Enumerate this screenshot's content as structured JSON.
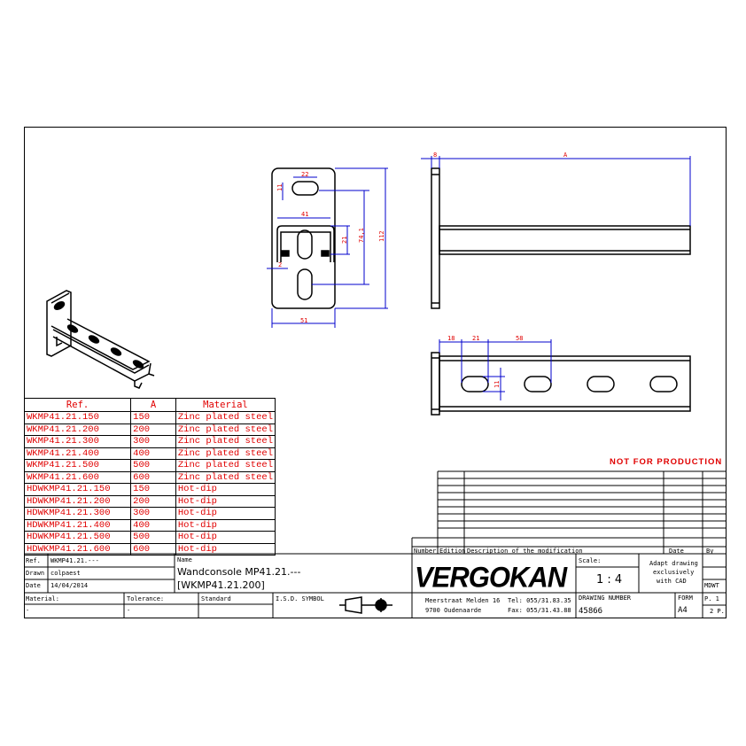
{
  "sheet": {
    "not_for_production": "NOT FOR PRODUCTION"
  },
  "reference_table": {
    "headers": [
      "Ref.",
      "A",
      "Material"
    ],
    "rows": [
      {
        "ref": "WKMP41.21.150",
        "a": "150",
        "material": "Zinc plated steel"
      },
      {
        "ref": "WKMP41.21.200",
        "a": "200",
        "material": "Zinc plated steel"
      },
      {
        "ref": "WKMP41.21.300",
        "a": "300",
        "material": "Zinc plated steel"
      },
      {
        "ref": "WKMP41.21.400",
        "a": "400",
        "material": "Zinc plated steel"
      },
      {
        "ref": "WKMP41.21.500",
        "a": "500",
        "material": "Zinc plated steel"
      },
      {
        "ref": "WKMP41.21.600",
        "a": "600",
        "material": "Zinc plated steel"
      },
      {
        "ref": "HDWKMP41.21.150",
        "a": "150",
        "material": "Hot-dip"
      },
      {
        "ref": "HDWKMP41.21.200",
        "a": "200",
        "material": "Hot-dip"
      },
      {
        "ref": "HDWKMP41.21.300",
        "a": "300",
        "material": "Hot-dip"
      },
      {
        "ref": "HDWKMP41.21.400",
        "a": "400",
        "material": "Hot-dip"
      },
      {
        "ref": "HDWKMP41.21.500",
        "a": "500",
        "material": "Hot-dip"
      },
      {
        "ref": "HDWKMP41.21.600",
        "a": "600",
        "material": "Hot-dip"
      }
    ]
  },
  "dimensions": {
    "front_view": {
      "slot_width": "22",
      "slot_height": "11",
      "channel_width": "41",
      "channel_height": "21",
      "lip": "2",
      "hole_spacing": "74,1",
      "plate_height": "112",
      "plate_width": "51"
    },
    "side_view": {
      "plate_thickness": "8",
      "length": "A"
    },
    "top_view": {
      "offset_1": "18",
      "slot_length": "21",
      "slot_pitch": "58",
      "slot_height": "11"
    }
  },
  "revision_table": {
    "headers": {
      "number": "Number",
      "edition": "Edition",
      "description": "Description of the modification",
      "date": "Date",
      "by": "By"
    }
  },
  "title_block": {
    "ref_label": "Ref.",
    "ref_value": "WKMP41.21.---",
    "drawn_label": "Drawn",
    "drawn_value": "colpaest",
    "date_label": "Date",
    "date_value": "14/04/2014",
    "name_label": "Name",
    "name_line1": "Wandconsole MP41.21.---",
    "name_line2": "[WKMP41.21.200]",
    "material_label": "Material:",
    "material_value": "-",
    "tolerance_label": "Tolerance:",
    "tolerance_value": "-",
    "standard_label": "Standard",
    "iso_symbol_label": "I.S.D. SYMBOL",
    "company": "VERGOKAN",
    "address_line1": "Meerstraat Melden 16",
    "address_line2": "9700 Oudenaarde",
    "tel": "Tel: 055/31.83.35",
    "fax": "Fax: 055/31.43.88",
    "scale_label": "Scale:",
    "scale_value": "1 : 4",
    "note_line1": "Adapt drawing",
    "note_line2": "exclusively",
    "note_line3": "with CAD",
    "cad_value": "MDWT",
    "drawing_number_label": "DRAWING NUMBER",
    "drawing_number_value": "45866",
    "form_label": "FORM",
    "form_value": "A4",
    "page_value": "P. 1",
    "pages_value": "2  P."
  }
}
